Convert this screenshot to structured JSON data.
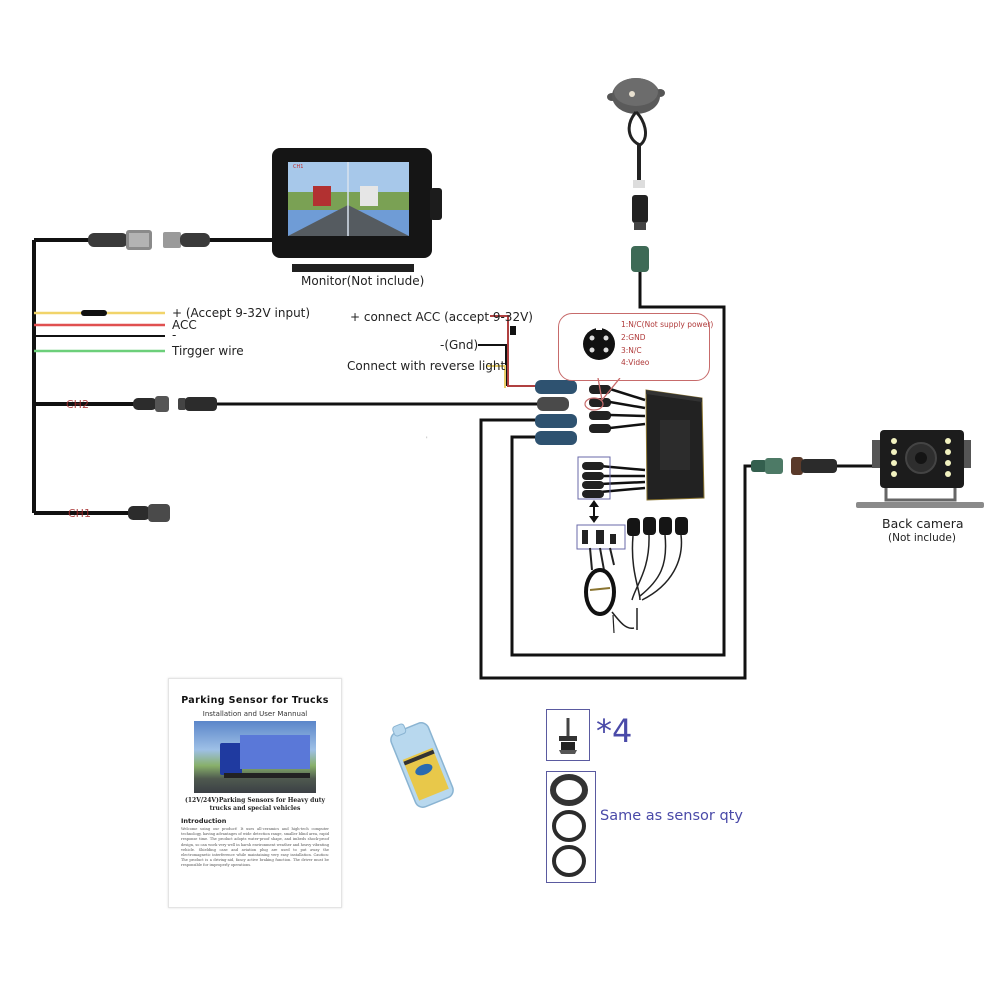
{
  "diagram": {
    "title": "Parking sensor wiring diagram",
    "monitor": {
      "label": "Monitor(Not include)",
      "screen_tag": "CH1"
    },
    "power_wires": [
      {
        "label": "+ (Accept 9-32V input)",
        "color": "#f1d46a"
      },
      {
        "label": "ACC",
        "color": "#e05050"
      },
      {
        "label": "-",
        "color": "#111111"
      },
      {
        "label": "Tirgger wire",
        "color": "#6ccf7a"
      }
    ],
    "channels": [
      {
        "label": "CH2"
      },
      {
        "label": "CH1"
      }
    ],
    "control_box_wires": [
      {
        "label": "+ connect ACC (accept 9-32V)",
        "color": "#b04040"
      },
      {
        "label": "-(Gnd)",
        "color": "#111111"
      },
      {
        "label": "Connect with reverse light",
        "color": "#e8cf6a"
      }
    ],
    "pinout": {
      "pins": [
        "1:N/C(Not supply power)",
        "2:GND",
        "3:N/C",
        "4:Video"
      ],
      "color": "#b03a3a"
    },
    "back_camera": {
      "label": "Back camera",
      "sublabel": "(Not include)"
    },
    "manual": {
      "title": "Parking Sensor for Trucks",
      "subtitle": "Installation and User Mannual",
      "product_line": "(12V/24V)Parking Sensors for Heavy duty trucks and special vehicles",
      "intro_heading": "Introduction",
      "intro_body": "Welcome using our product! It uses all-ceramics and high-tech computer technology, having advantages of wide detection range, smaller blind area, rapid response time. The product adopts water-proof shape, and imbeds shock-proof design, so can work very well in harsh environment weather and heavy vibrating vehicle. Shielding case and aviation plug are used to put away the electromagnetic interference while maintaining very easy installation. Caution: The product is a driving-aid, fancy active braking function. The driver must be responsible for improperly operations."
    },
    "accessories": {
      "drill_qty": "*4",
      "rings_note": "Same as sensor qty"
    },
    "colors": {
      "wire": "#111111",
      "accent_text": "#4a4aa8",
      "box_border": "#5a5aa0",
      "callout_border": "#c76b6b"
    }
  }
}
